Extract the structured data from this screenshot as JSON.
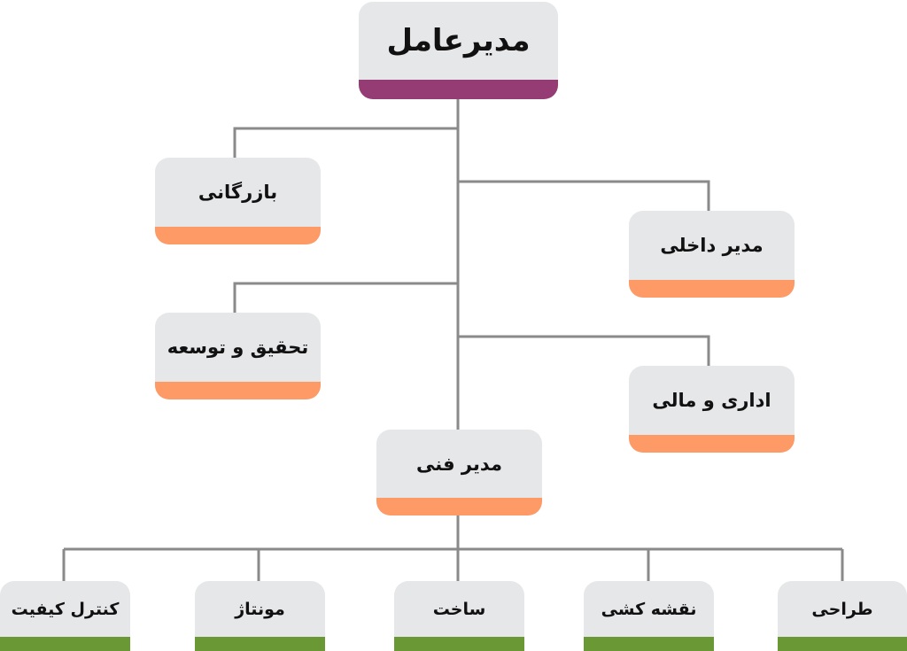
{
  "chart": {
    "ceo": "مدیرعامل",
    "departments": {
      "commerce": "بازرگانی",
      "internal_manager": "مدیر داخلی",
      "rnd": "تحقیق و توسعه",
      "admin_finance": "اداری و مالی",
      "technical_manager": "مدیر فنی"
    },
    "technical_units": [
      "کنترل کیفیت",
      "مونتاژ",
      "ساخت",
      "نقشه کشی",
      "طراحی"
    ]
  },
  "colors": {
    "ceo_bar": "#943c73",
    "dept_bar": "#fe9a66",
    "unit_bar": "#6a9835",
    "box": "#e6e7e9",
    "line": "#8a8a8a"
  }
}
